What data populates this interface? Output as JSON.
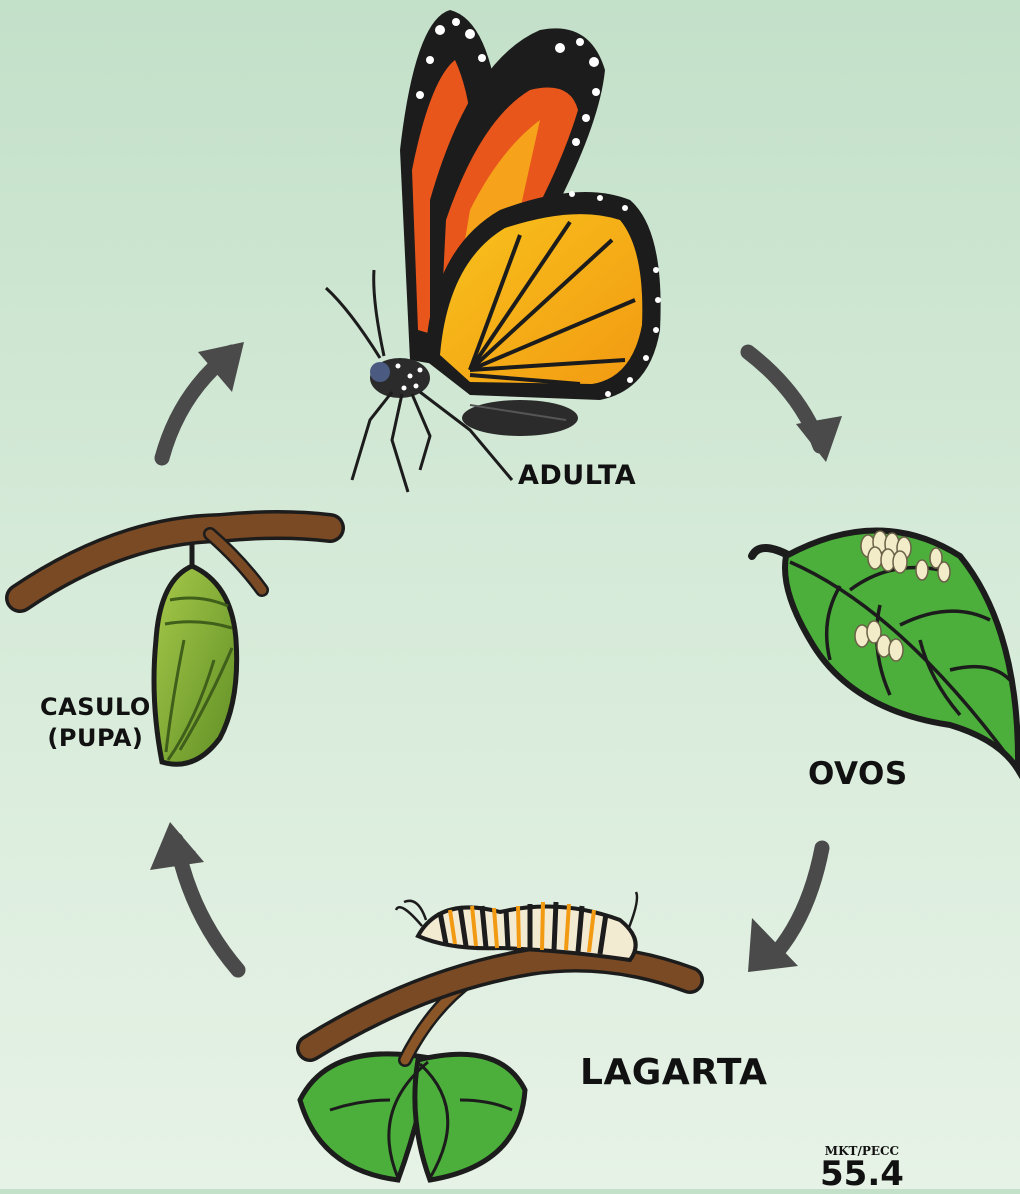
{
  "diagram": {
    "stages": {
      "adult": "ADULTA",
      "eggs": "OVOS",
      "caterpillar": "LAGARTA",
      "pupa_line1": "CASULO",
      "pupa_line2": "(PUPA)"
    },
    "credit": {
      "org": "MKT/PECC",
      "number": "55.4"
    },
    "icons": [
      "butterfly-icon",
      "leaf-with-eggs-icon",
      "caterpillar-on-branch-icon",
      "chrysalis-on-branch-icon",
      "cycle-arrow-icon"
    ],
    "colors": {
      "background_top": "#c3e0c9",
      "background_bottom": "#e6f2e6",
      "arrow": "#4a4a4a",
      "wing_orange": "#f2a618",
      "wing_black": "#1c1c1c",
      "leaf_green": "#4cae3b",
      "branch_brown": "#7a4a24",
      "chrysalis_green": "#8fb83a"
    }
  }
}
